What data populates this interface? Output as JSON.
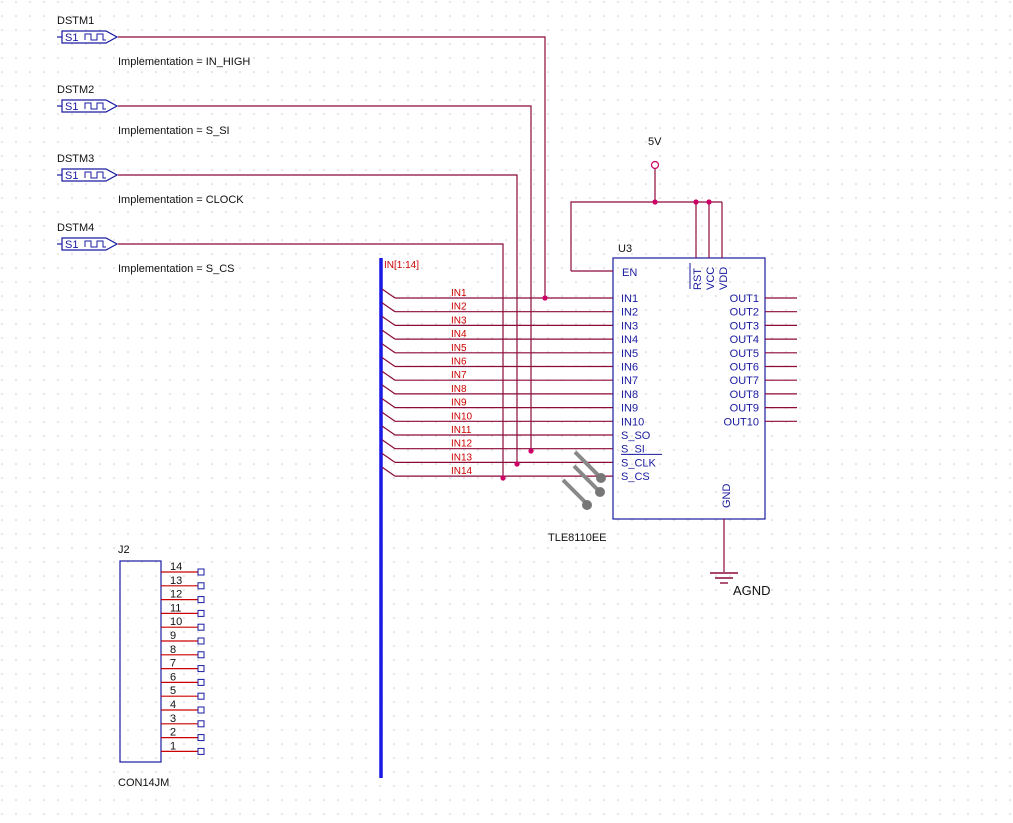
{
  "colors": {
    "wire": "#8b0a3a",
    "part": "#1a1aa0",
    "bus": "#1a1ae6",
    "net_label": "#cc0000",
    "pin_stub": "#cc0000",
    "junction": "#cc0066",
    "grid_dot": "#c8c8c8"
  },
  "stimuli": [
    {
      "name": "DSTM1",
      "source": "S1",
      "impl": "Implementation = IN_HIGH"
    },
    {
      "name": "DSTM2",
      "source": "S1",
      "impl": "Implementation = S_SI"
    },
    {
      "name": "DSTM3",
      "source": "S1",
      "impl": "Implementation = CLOCK"
    },
    {
      "name": "DSTM4",
      "source": "S1",
      "impl": "Implementation = S_CS"
    }
  ],
  "bus": {
    "label": "IN[1:14]"
  },
  "nets": [
    "IN1",
    "IN2",
    "IN3",
    "IN4",
    "IN5",
    "IN6",
    "IN7",
    "IN8",
    "IN9",
    "IN10",
    "IN11",
    "IN12",
    "IN13",
    "IN14"
  ],
  "ic": {
    "ref": "U3",
    "value": "TLE8110EE",
    "left_top_pin": "EN",
    "left_pins": [
      "IN1",
      "IN2",
      "IN3",
      "IN4",
      "IN5",
      "IN6",
      "IN7",
      "IN8",
      "IN9",
      "IN10",
      "S_SO",
      "S_SI",
      "S_CLK",
      "S_CS"
    ],
    "right_pins": [
      "OUT1",
      "OUT2",
      "OUT3",
      "OUT4",
      "OUT5",
      "OUT6",
      "OUT7",
      "OUT8",
      "OUT9",
      "OUT10"
    ],
    "top_pins": [
      "RST",
      "VCC",
      "VDD"
    ],
    "bottom_pin": "GND"
  },
  "power": {
    "label": "5V"
  },
  "ground": {
    "label": "AGND"
  },
  "connector": {
    "ref": "J2",
    "value": "CON14JM",
    "pins": [
      "14",
      "13",
      "12",
      "11",
      "10",
      "9",
      "8",
      "7",
      "6",
      "5",
      "4",
      "3",
      "2",
      "1"
    ]
  },
  "icons": {
    "stimulus": "digital-stimulus-flag-icon",
    "power": "power-rail-circle-icon",
    "ground": "ground-symbol-icon",
    "probe": "voltage-probe-icon"
  }
}
